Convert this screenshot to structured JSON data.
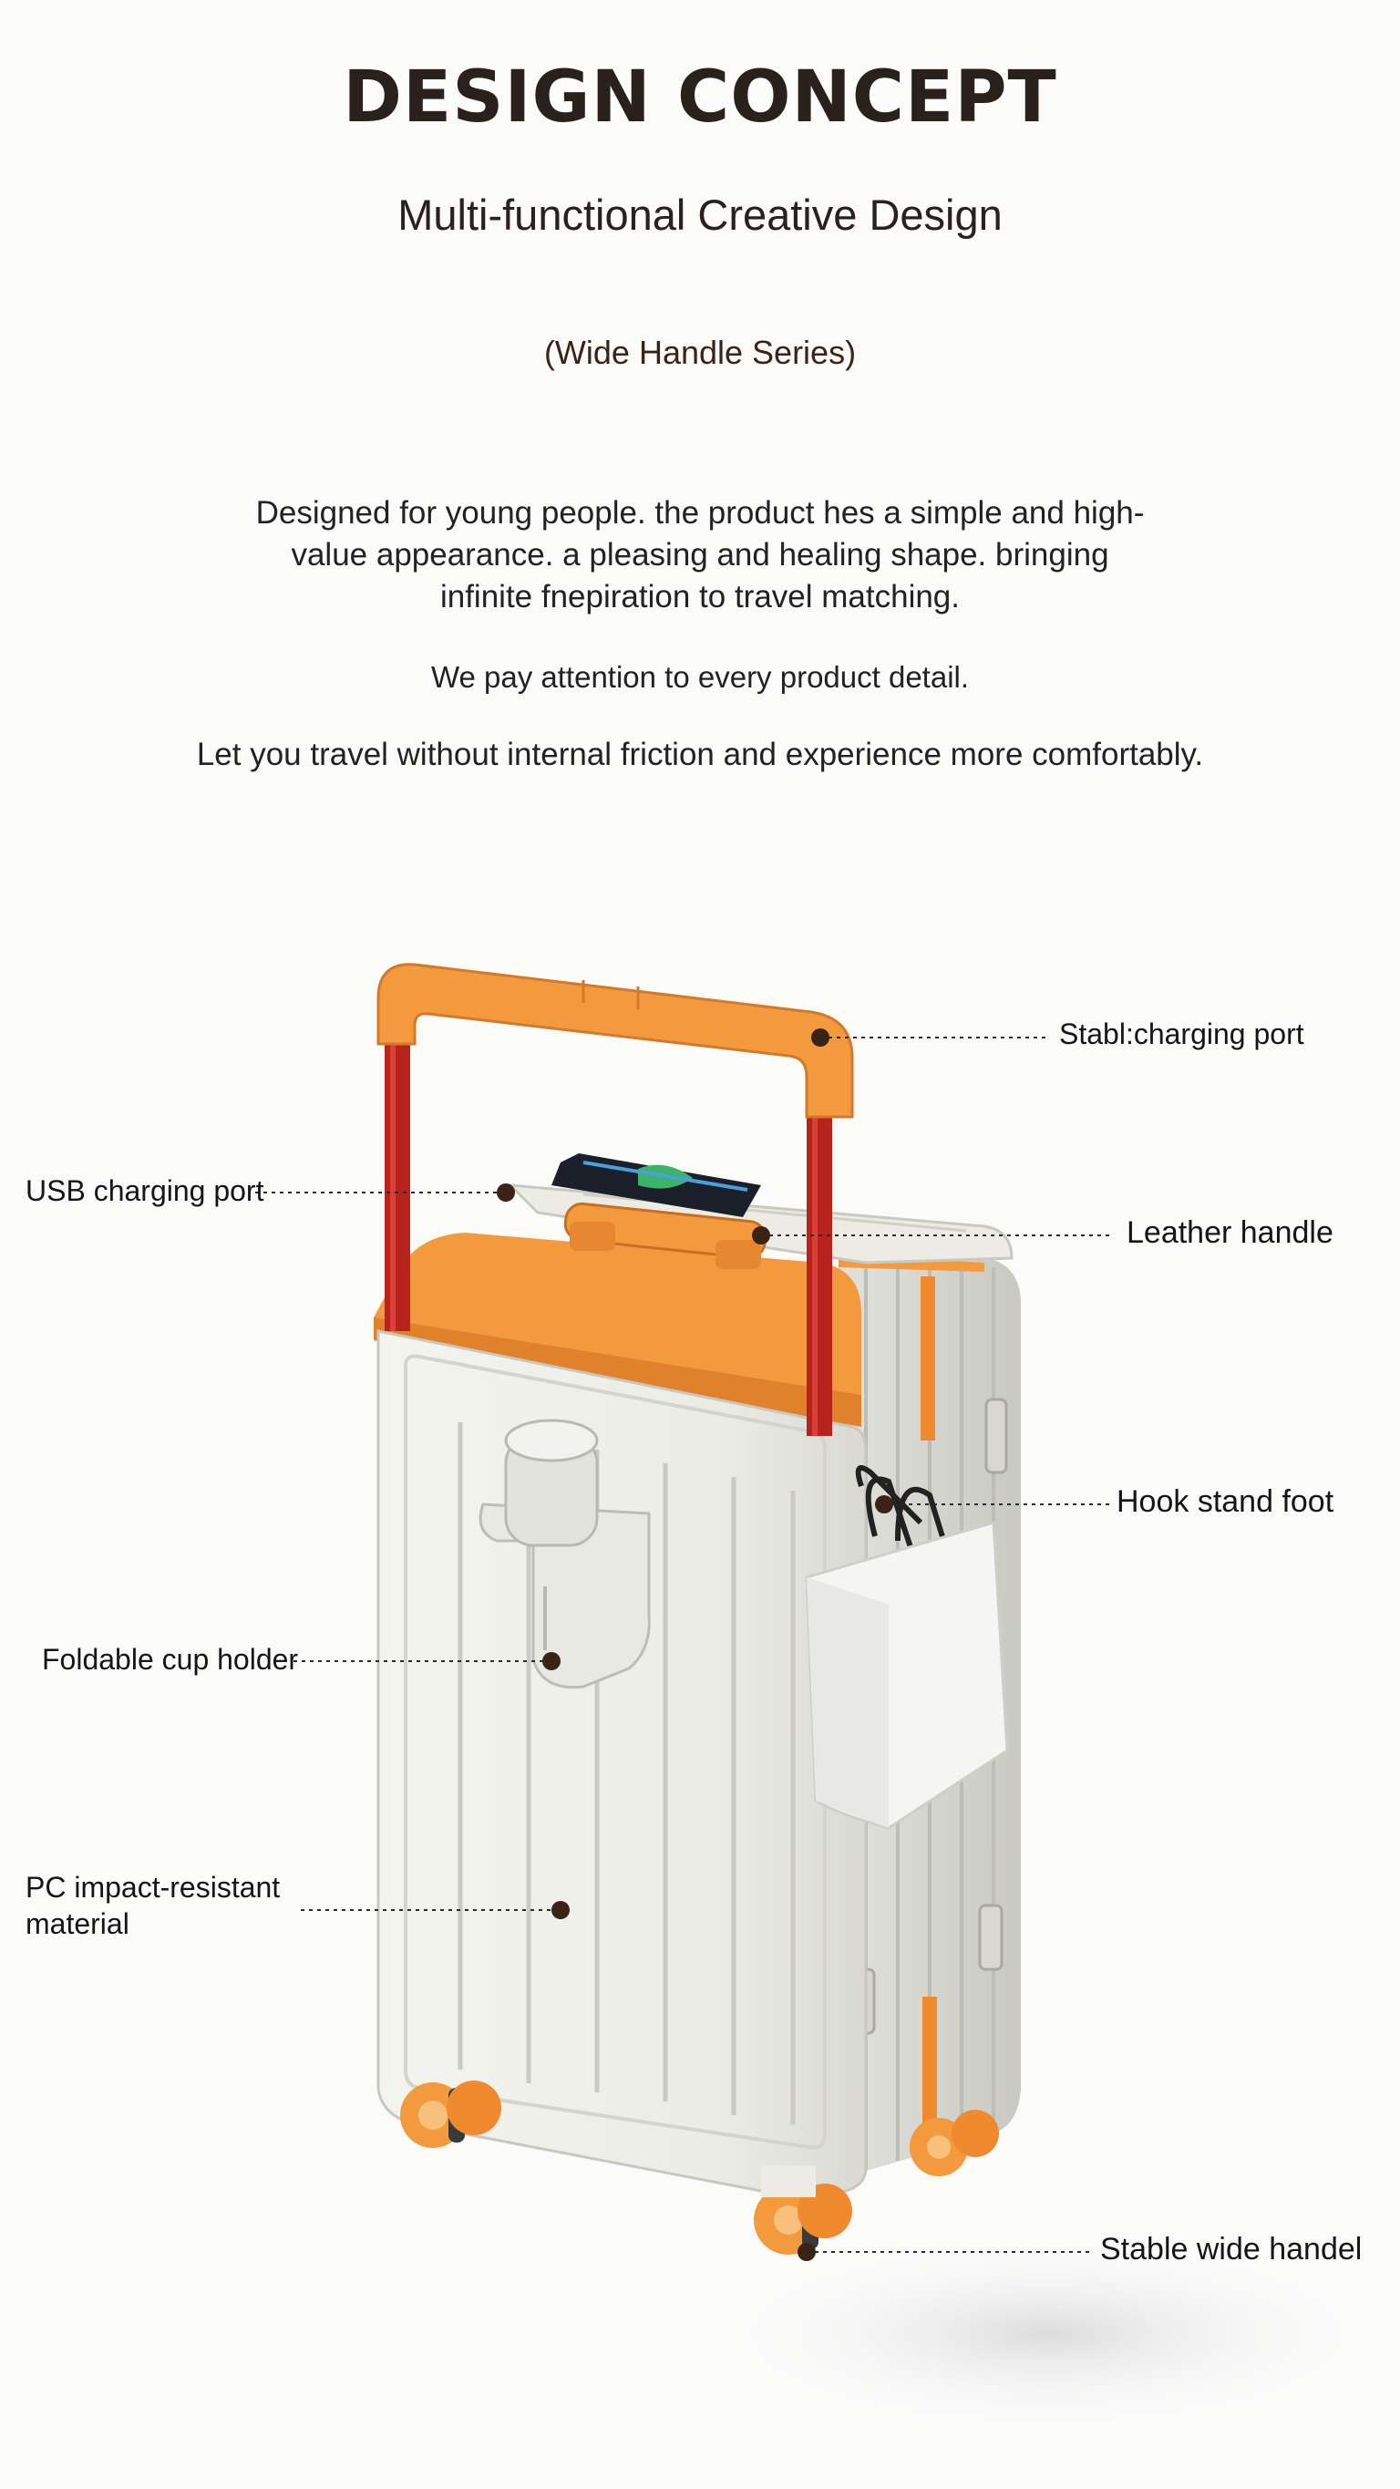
{
  "header": {
    "title": "DESIGN CONCEPT",
    "subtitle": "Multi-functional Creative Design",
    "series": "(Wide Handle Series)"
  },
  "description": {
    "line1": "Designed for young people. the product hes a simple and high-",
    "line2": "value appearance. a pleasing and healing shape. bringing",
    "line3": "infinite fnepiration to travel matching.",
    "detail": "We pay attention to every product detail.",
    "comfort": "Let you travel without internal friction and experience more comfortably."
  },
  "callouts": {
    "stable_charging": "Stabl:charging port",
    "usb_port": "USB charging port",
    "leather_handle": "Leather handle",
    "hook_stand": "Hook stand foot",
    "cup_holder": "Foldable cup holder",
    "pc_material_line1": "PC impact-resistant",
    "pc_material_line2": "material",
    "wide_handle": "Stable wide handel"
  },
  "colors": {
    "accent_orange": "#f39a3e",
    "handle_red": "#b8231d",
    "shell_white": "#eeeee8",
    "dot": "#3a2418"
  }
}
